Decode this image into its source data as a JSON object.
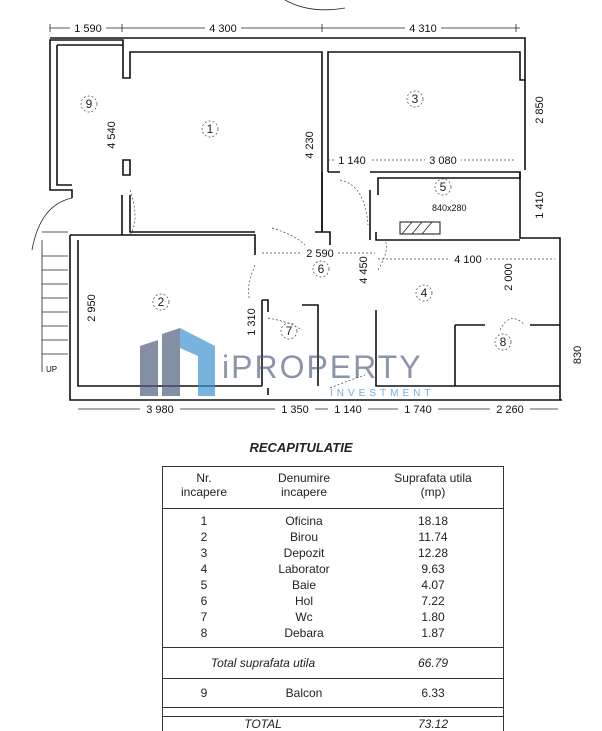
{
  "plan": {
    "rooms": [
      "1",
      "2",
      "3",
      "4",
      "5",
      "6",
      "7",
      "8",
      "9"
    ],
    "dimensions": {
      "top": [
        "1 590",
        "4 300",
        "4 310"
      ],
      "vertical": [
        "4 540",
        "4 230",
        "2 850",
        "1 410",
        "2 950",
        "1 310",
        "4 450",
        "2 000",
        "830"
      ],
      "inner": [
        "1 140",
        "3 080",
        "2 590",
        "4 100"
      ],
      "bottom": [
        "3 980",
        "1 350",
        "1 140",
        "1 740",
        "2 260"
      ]
    },
    "window_label": "840x280",
    "stairs_label": "UP"
  },
  "watermark": {
    "brand": "iPROPERTY",
    "tagline": "INVESTMENT",
    "colors": {
      "blue": "#3a8fd0",
      "gray": "#4a5a7a"
    }
  },
  "table": {
    "title": "RECAPITULATIE",
    "headers": {
      "nr": [
        "Nr.",
        "incapere"
      ],
      "name": [
        "Denumire",
        "incapere"
      ],
      "area": [
        "Suprafata utila",
        "(mp)"
      ]
    },
    "rows": [
      {
        "nr": "1",
        "name": "Oficina",
        "area": "18.18"
      },
      {
        "nr": "2",
        "name": "Birou",
        "area": "11.74"
      },
      {
        "nr": "3",
        "name": "Depozit",
        "area": "12.28"
      },
      {
        "nr": "4",
        "name": "Laborator",
        "area": "9.63"
      },
      {
        "nr": "5",
        "name": "Baie",
        "area": "4.07"
      },
      {
        "nr": "6",
        "name": "Hol",
        "area": "7.22"
      },
      {
        "nr": "7",
        "name": "Wc",
        "area": "1.80"
      },
      {
        "nr": "8",
        "name": "Debara",
        "area": "1.87"
      }
    ],
    "subtotal": {
      "label": "Total suprafata utila",
      "area": "66.79"
    },
    "balcony": {
      "nr": "9",
      "name": "Balcon",
      "area": "6.33"
    },
    "total": {
      "label": "TOTAL",
      "area": "73.12"
    }
  }
}
